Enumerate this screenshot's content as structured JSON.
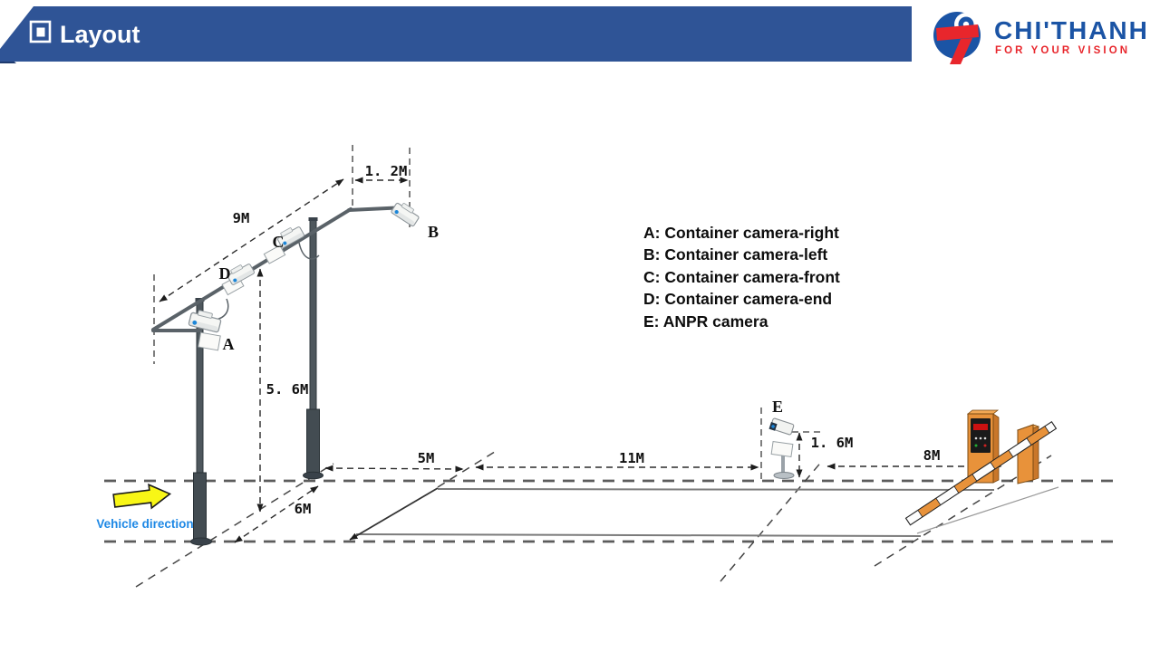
{
  "header": {
    "title": "Layout"
  },
  "logo": {
    "brand": "CHI'THANH",
    "tagline": "FOR YOUR VISION"
  },
  "legend": {
    "items": [
      "A: Container camera-right",
      "B: Container camera-left",
      "C: Container camera-front",
      "D: Container camera-end",
      "E: ANPR camera"
    ]
  },
  "camera_labels": {
    "a": "A",
    "b": "B",
    "c": "C",
    "d": "D",
    "e": "E"
  },
  "dimensions": {
    "top_offset": "1. 2M",
    "arm_length": "9M",
    "gantry_height": "5. 6M",
    "lane_width": "6M",
    "pole_to_zone": "5M",
    "zone_length": "11M",
    "anpr_height": "1. 6M",
    "zone_to_barrier": "8M"
  },
  "vehicle": {
    "label": "Vehicle direction"
  },
  "colors": {
    "header_blue": "#2F5496",
    "header_fold": "#1E3A6E",
    "logo_blue": "#1B54A5",
    "logo_red": "#E8262C",
    "vehicle_text_blue": "#1E88E5",
    "arrow_yellow": "#F8F616",
    "barrier_orange": "#E8923A"
  }
}
